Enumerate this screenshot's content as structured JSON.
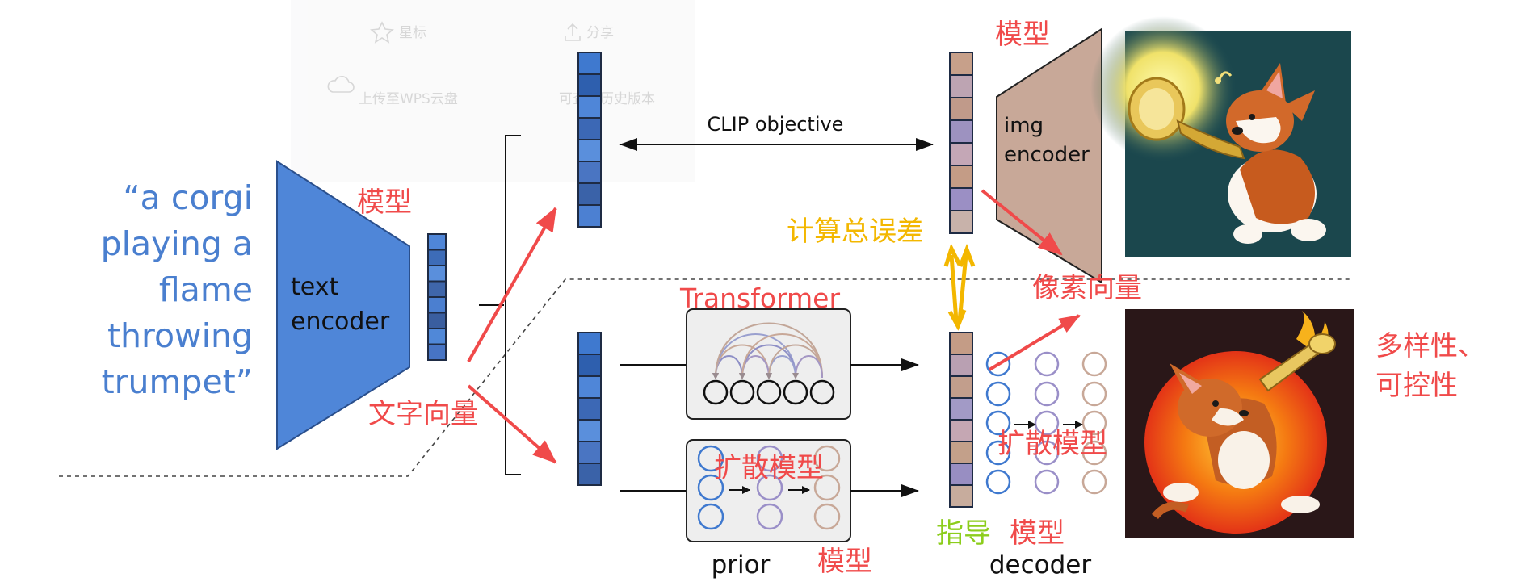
{
  "prompt_lines": [
    "“a corgi",
    "playing a",
    "flame",
    "throwing",
    "trumpet”"
  ],
  "text_encoder_lines": [
    "text",
    "encoder"
  ],
  "img_encoder_lines": [
    "img",
    "encoder"
  ],
  "clip_objective": "CLIP objective",
  "prior_label": "prior",
  "decoder_label": "decoder",
  "menu_overlay": {
    "star": "星标",
    "share": "分享",
    "upload": "上传至WPS云盘",
    "history": "可查看历史版本"
  },
  "annotations": {
    "model_text_encoder": "模型",
    "model_img_encoder": "模型",
    "text_vector": "文字向量",
    "total_error": "计算总误差",
    "pixel_vector": "像素向量",
    "transformer": "Transformer",
    "diffusion_prior": "扩散模型",
    "diffusion_decoder": "扩散模型",
    "guide": "指导",
    "model_decoder": "模型",
    "model_prior": "模型",
    "diversity_line1": "多样性、",
    "diversity_line2": "可控性"
  },
  "colors": {
    "blue_encoder": "#4f86d8",
    "prompt_blue": "#4a7fcf",
    "annotation_red": "#f04a4a",
    "annotation_yellow": "#f3b700",
    "annotation_green": "#8ccd1c",
    "img_encoder_brown": "#c8a898"
  }
}
